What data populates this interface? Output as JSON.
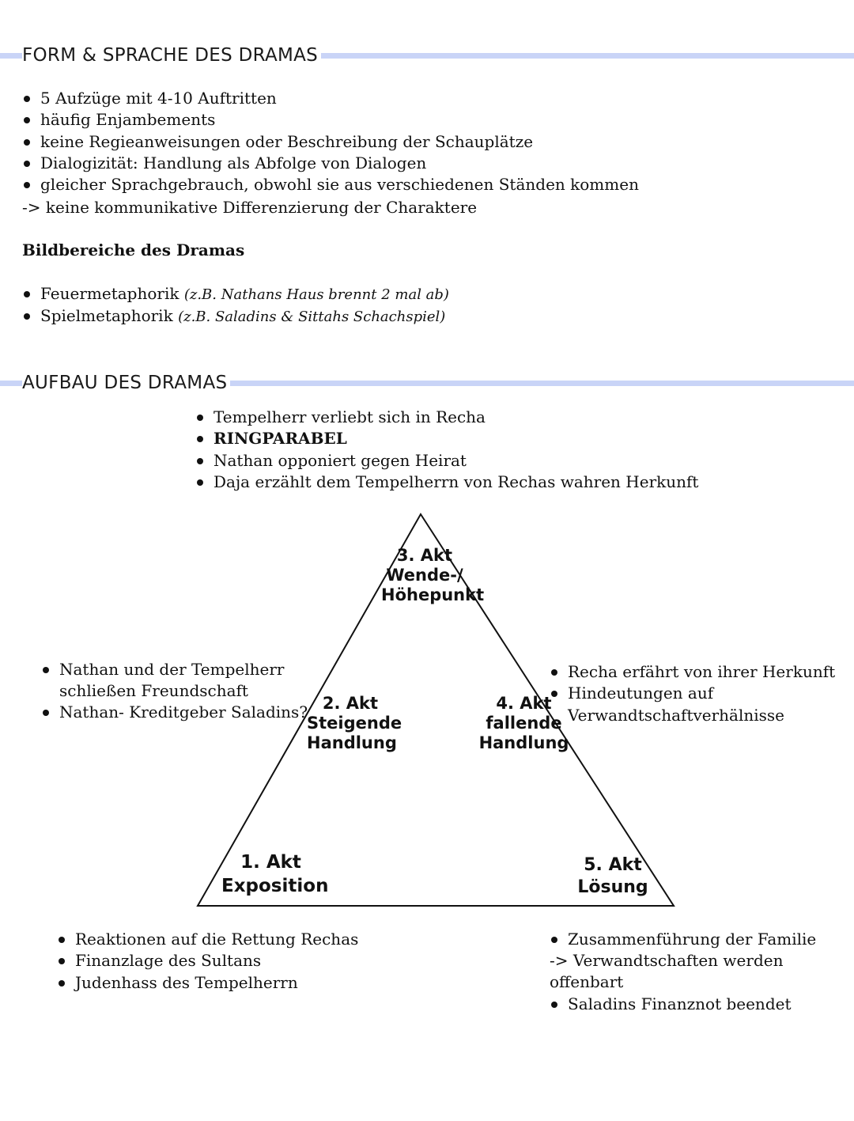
{
  "form": {
    "heading": "FORM & SPRACHE DES DRAMAS",
    "bullets": [
      "5 Aufzüge mit 4-10 Auftritten",
      "häufig Enjambements",
      "keine Regieanweisungen oder Beschreibung der Schauplätze",
      "Dialogizität: Handlung als Abfolge von Dialogen",
      "gleicher Sprachgebrauch, obwohl sie aus verschiedenen Ständen kommen"
    ],
    "conclusion": "-> keine kommunikative Differenzierung der Charaktere"
  },
  "bildbereiche": {
    "heading": "Bildbereiche des Dramas",
    "items": [
      {
        "term": "Feuermetaphorik",
        "example": "(z.B. Nathans Haus brennt 2 mal ab)"
      },
      {
        "term": "Spielmetaphorik",
        "example": "(z.B. Saladins & Sittahs Schachspiel)"
      }
    ]
  },
  "aufbau": {
    "heading": "AUFBAU DES DRAMAS",
    "top_notes": [
      "Tempelherr verliebt sich in Recha",
      "RINGPARABEL",
      "Nathan opponiert gegen Heirat",
      "Daja erzählt dem Tempelherrn von Rechas wahren Herkunft"
    ],
    "left_notes": {
      "b1_line1": "Nathan und der Tempelherr",
      "b1_line2": "schließen Freundschaft",
      "b2": "Nathan- Kreditgeber Saladins?"
    },
    "right_notes": {
      "b1": "Recha erfährt von ihrer Herkunft",
      "b2_line1": "Hindeutungen auf",
      "b2_line2": "Verwandtschaftverhälnisse"
    },
    "bottom_left_notes": [
      "Reaktionen auf die Rettung Rechas",
      "Finanzlage des Sultans",
      "Judenhass des Tempelherrn"
    ],
    "bottom_right_notes": {
      "b1": "Zusammenführung der Familie",
      "arrow_line": "-> Verwandtschaften werden",
      "arrow_cont": "offenbart",
      "b2": "Saladins Finanznot beendet"
    },
    "acts": {
      "akt1": [
        "1. Akt",
        "Exposition"
      ],
      "akt2": [
        "2. Akt",
        "Steigende",
        "Handlung"
      ],
      "akt3": [
        "3. Akt",
        "Wende-/",
        "Höhepunkt"
      ],
      "akt4": [
        "4. Akt",
        "fallende",
        "Handlung"
      ],
      "akt5": [
        "5. Akt",
        "Lösung"
      ]
    }
  }
}
